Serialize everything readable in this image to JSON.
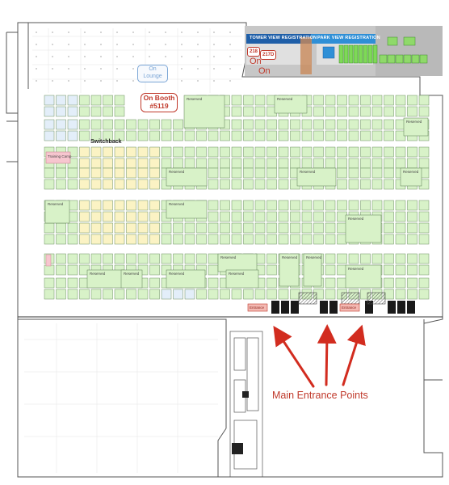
{
  "registration": {
    "tower": "TOWER VIEW REGISTRATION",
    "park": "PARK VIEW REGISTRATION"
  },
  "rooms": [
    {
      "name": "room-218",
      "label": "218"
    },
    {
      "name": "room-217d",
      "label": "217D"
    }
  ],
  "on_markers": [
    "On",
    "On"
  ],
  "lounge": {
    "line1": "On",
    "line2": "Lounge"
  },
  "booth": {
    "line1": "On Booth",
    "line2": "#5119"
  },
  "switchback": "Switchback",
  "reserved_label": "Reserved",
  "training_camp": "Training Camp",
  "entrance_tags": [
    "Entrance",
    "Entrance"
  ],
  "main_entrance": "Main Entrance Points",
  "colors": {
    "booth_green": "#d8f2c8",
    "booth_yellow": "#fbf3c4",
    "booth_blue": "#e3eef9",
    "tower_blue": "#1f5fa8",
    "park_blue": "#2f8fd6",
    "annotation_red": "#d22c1f"
  }
}
